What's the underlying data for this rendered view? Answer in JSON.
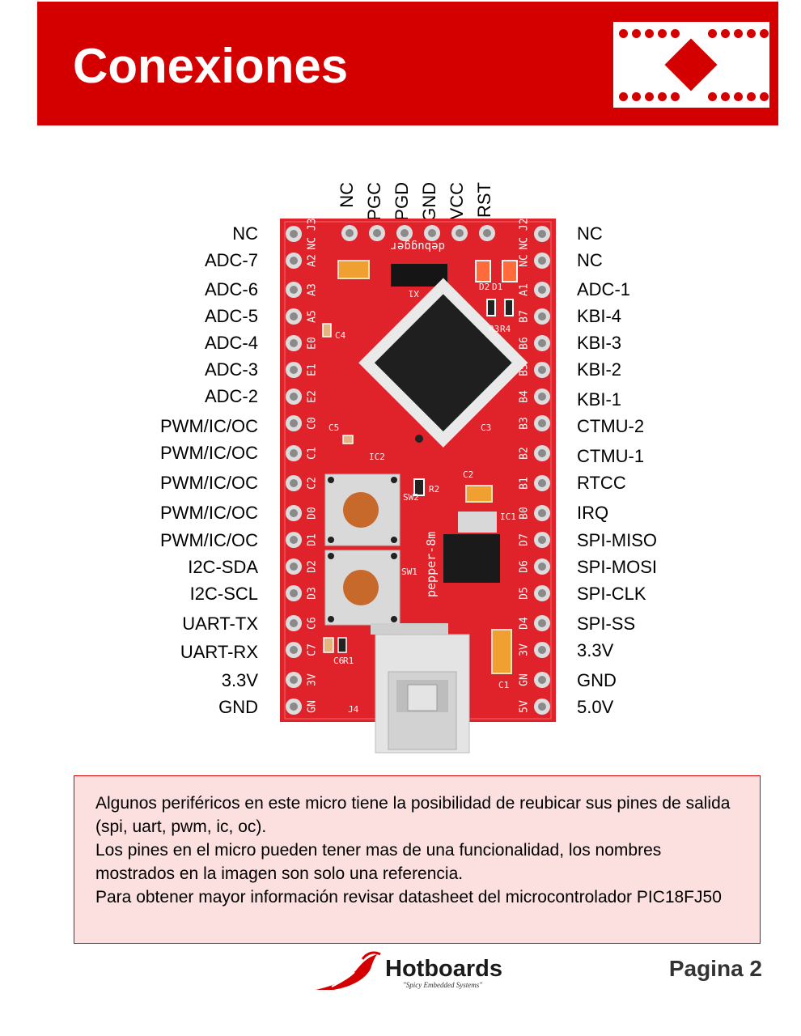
{
  "header": {
    "title": "Conexiones"
  },
  "colors": {
    "brand_red": "#d40000",
    "board_red": "#e0232a",
    "note_bg": "#fcdfdf"
  },
  "top_pins": [
    "NC",
    "PGC",
    "PGD",
    "GND",
    "VCC",
    "RST"
  ],
  "left_pins": [
    "NC",
    "ADC-7",
    "ADC-6",
    "ADC-5",
    "ADC-4",
    "ADC-3",
    "ADC-2",
    "PWM/IC/OC",
    "PWM/IC/OC",
    "PWM/IC/OC",
    "PWM/IC/OC",
    "PWM/IC/OC",
    "I2C-SDA",
    "I2C-SCL",
    "UART-TX",
    "UART-RX",
    "3.3V",
    "GND"
  ],
  "right_pins": [
    "NC",
    "NC",
    "ADC-1",
    "KBI-4",
    "KBI-3",
    "KBI-2",
    "KBI-1",
    "CTMU-2",
    "CTMU-1",
    "RTCC",
    "IRQ",
    "SPI-MISO",
    "SPI-MOSI",
    "SPI-CLK",
    "SPI-SS",
    "3.3V",
    "GND",
    "5.0V"
  ],
  "board": {
    "left_silk": [
      "NC J3",
      "A2",
      "A3",
      "A5",
      "E0",
      "E1",
      "E2",
      "C0",
      "C1",
      "C2",
      "D0",
      "D1",
      "D2",
      "D3",
      "C6",
      "C7",
      "3V",
      "GN"
    ],
    "right_silk": [
      "NC J2",
      "NC",
      "A1",
      "B7",
      "B6",
      "B5",
      "B4",
      "B3",
      "B2",
      "B1",
      "B0",
      "D7",
      "D6",
      "D5",
      "D4",
      "3V",
      "GN",
      "5V"
    ],
    "silk_labels": [
      "debugger",
      "X1",
      "D2",
      "D1",
      "R3",
      "R4",
      "C4",
      "C3",
      "C5",
      "C2",
      "IC2",
      "R2",
      "SW2",
      "SW1",
      "IC1",
      "pepper-8m",
      "C6",
      "R1",
      "J4",
      "C1"
    ]
  },
  "note": {
    "lines": [
      "Algunos periféricos en este micro tiene la posibilidad de reubicar sus pines de salida (spi, uart, pwm, ic, oc).",
      "Los pines en el micro pueden tener mas de una funcionalidad, los nombres mostrados en la imagen son solo una referencia.",
      "Para obtener mayor información revisar datasheet del microcontrolador PIC18FJ50"
    ]
  },
  "footer": {
    "brand": "Hotboards",
    "tagline": "\"Spicy Embedded Systems\"",
    "page": "Pagina 2"
  }
}
